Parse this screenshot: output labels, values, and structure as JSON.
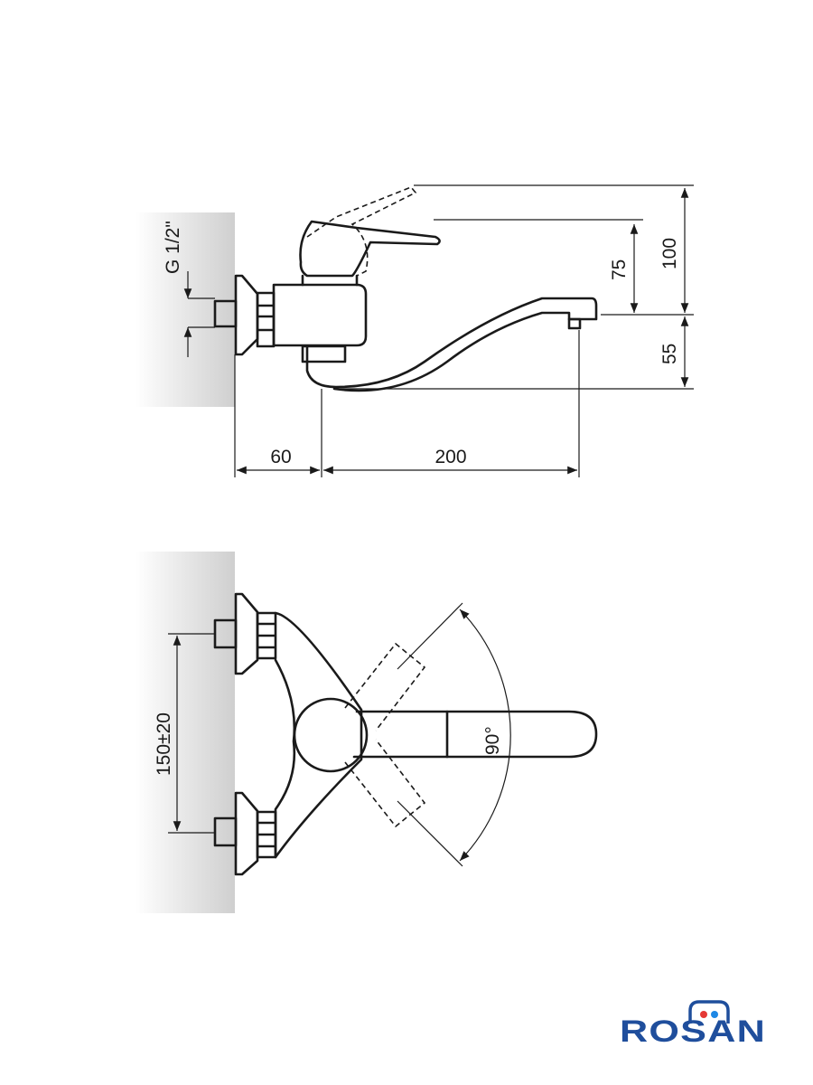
{
  "dimensions": {
    "thread": "G 1/2\"",
    "lever_height": "75",
    "total_height": "100",
    "spout_height": "55",
    "wall_offset": "60",
    "spout_reach": "200",
    "center_distance": "150±20",
    "swivel_angle": "90°"
  },
  "brand": {
    "name": "ROSAN",
    "color": "#1f4e9c",
    "accent_red": "#e53935",
    "accent_blue": "#1e88e5"
  }
}
